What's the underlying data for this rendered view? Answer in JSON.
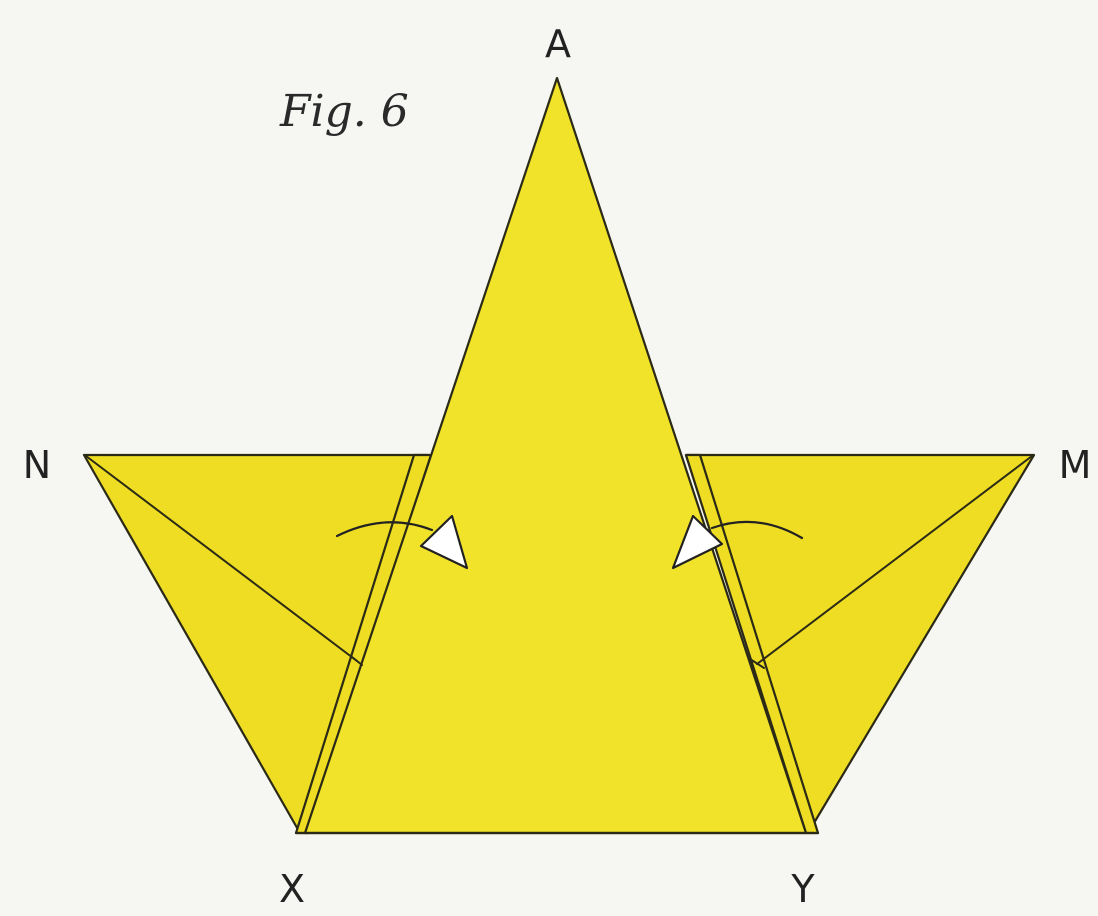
{
  "figure": {
    "title": "Fig. 6",
    "paper_color": "#f1e22a",
    "paper_shade": "#eedd22",
    "line_color": "#2b2a16",
    "background": "#f6f6f3"
  },
  "vertices": {
    "top": "A",
    "left": "N",
    "right": "M",
    "bottom_left": "X",
    "bottom_right": "Y"
  },
  "arrows": {
    "left": "curved-arrow-right-icon",
    "right": "curved-arrow-left-icon"
  }
}
